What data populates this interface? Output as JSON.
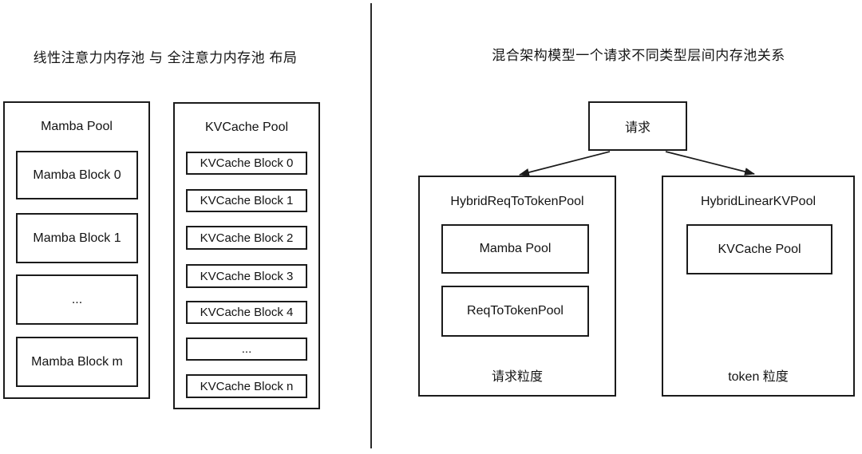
{
  "colors": {
    "line": "#1b1b1b",
    "background": "#ffffff"
  },
  "left_panel": {
    "title": "线性注意力内存池 与 全注意力内存池 布局",
    "mamba_pool": {
      "title": "Mamba Pool",
      "blocks": [
        "Mamba Block 0",
        "Mamba Block 1",
        "...",
        "Mamba Block m"
      ]
    },
    "kvcache_pool": {
      "title": "KVCache Pool",
      "blocks": [
        "KVCache Block 0",
        "KVCache Block 1",
        "KVCache Block 2",
        "KVCache Block 3",
        "KVCache Block 4",
        "...",
        "KVCache Block n"
      ]
    }
  },
  "right_panel": {
    "title": "混合架构模型一个请求不同类型层间内存池关系",
    "request_label": "请求",
    "req_to_token_pool": {
      "title": "HybridReqToTokenPool",
      "children": [
        "Mamba Pool",
        "ReqToTokenPool"
      ],
      "granularity": "请求粒度"
    },
    "linear_kv_pool": {
      "title": "HybridLinearKVPool",
      "children": [
        "KVCache Pool"
      ],
      "granularity": "token 粒度"
    }
  }
}
